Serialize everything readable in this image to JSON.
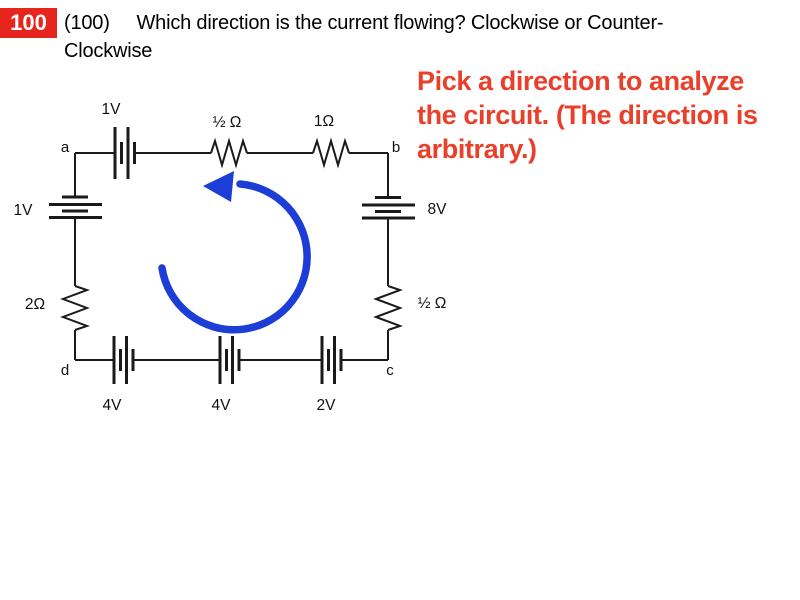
{
  "badge": {
    "label": "100",
    "color": "#E6261C",
    "text_color": "#FFFFFF"
  },
  "title": {
    "text": "(100)     Which direction is the current flowing? Clockwise or Counter-\nClockwise",
    "color": "#000000"
  },
  "note": {
    "text": "Pick a direction to analyze\nthe circuit. (The direction is\narbitrary.)",
    "color": "#E8402A"
  },
  "circuit": {
    "nodes": {
      "a": "a",
      "b": "b",
      "c": "c",
      "d": "d"
    },
    "labels": {
      "battery_top": "1V",
      "resistor_top_1": "½ Ω",
      "resistor_top_2": "1Ω",
      "battery_left": "1V",
      "battery_right": "8V",
      "resistor_left": "2Ω",
      "resistor_right": "½ Ω",
      "battery_bottom_1": "4V",
      "battery_bottom_2": "4V",
      "battery_bottom_3": "2V"
    },
    "arrow": {
      "direction": "counter-clockwise",
      "color": "#1C3DD6"
    },
    "wire_color": "#1a1a1a"
  }
}
